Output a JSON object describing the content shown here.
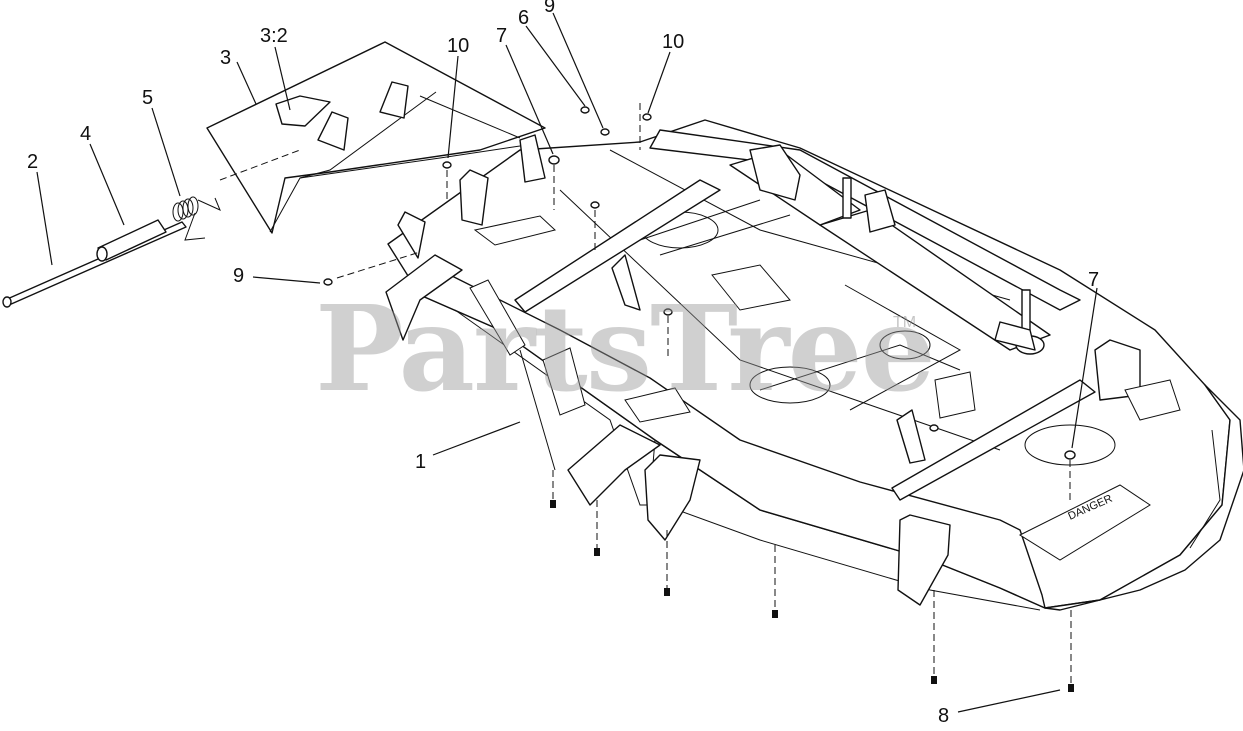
{
  "watermark": {
    "brand": "PartsTree",
    "trademark": "TM"
  },
  "decals": {
    "danger": "DANGER"
  },
  "callouts": [
    {
      "id": "c-1",
      "label": "1"
    },
    {
      "id": "c-2",
      "label": "2"
    },
    {
      "id": "c-3",
      "label": "3"
    },
    {
      "id": "c-3-2",
      "label": "3:2"
    },
    {
      "id": "c-4",
      "label": "4"
    },
    {
      "id": "c-5",
      "label": "5"
    },
    {
      "id": "c-6",
      "label": "6"
    },
    {
      "id": "c-7a",
      "label": "7"
    },
    {
      "id": "c-7b",
      "label": "7"
    },
    {
      "id": "c-8",
      "label": "8"
    },
    {
      "id": "c-9a",
      "label": "9"
    },
    {
      "id": "c-9b",
      "label": "9"
    },
    {
      "id": "c-10a",
      "label": "10"
    },
    {
      "id": "c-10b",
      "label": "10"
    }
  ]
}
